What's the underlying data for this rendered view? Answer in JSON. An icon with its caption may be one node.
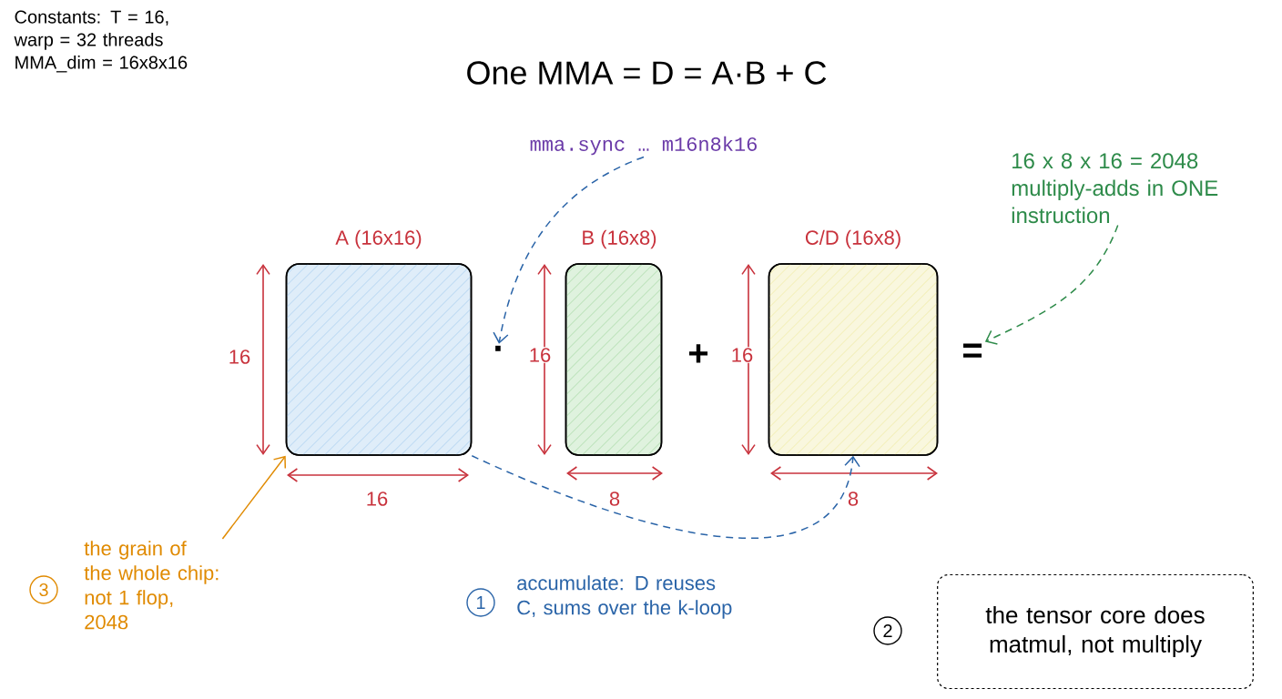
{
  "diagram": {
    "title": "One MMA = D = A·B + C",
    "nodes": [
      {
        "text": [
          "A (16x16)"
        ]
      },
      {
        "text": [
          "B (16x8)"
        ]
      },
      {
        "text": [
          "C/D (16x8)"
        ]
      },
      {
        "text": [
          "mma.sync … m16n8k16"
        ]
      },
      {
        "text": [
          "16 x 8 x 16 = 2048 multiply-adds in ONE instruction"
        ]
      },
      {
        "text": [
          "the grain of the whole chip: not 1 flop, 2048"
        ],
        "beside": [
          "3"
        ]
      },
      {
        "text": [
          "accumulate: D reuses C, sums over the k-loop"
        ],
        "beside": [
          "1"
        ]
      },
      {
        "text": [
          "the tensor core does matmul, not multiply"
        ],
        "beside": [
          "2"
        ]
      },
      {
        "text": [
          "·"
        ]
      },
      {
        "text": [
          "="
        ]
      }
    ],
    "edges": [
      {
        "from": 3,
        "to": 8,
        "arrow": "to",
        "style": "dashed",
        "color": "#2a64a8"
      },
      {
        "from": 4,
        "to": 9,
        "arrow": "to",
        "style": "dashed",
        "color": "#2e8b4a"
      },
      {
        "from": 5,
        "to": 0,
        "arrow": "to",
        "color": "#e08a00"
      },
      {
        "from": 0,
        "to": 2,
        "arrow": "to",
        "style": "dashed",
        "color": "#2a64a8"
      }
    ],
    "labels": [
      "Constants: T = 16, warp = 32 threads MMA_dim = 16x8x16",
      "16",
      "16",
      "+",
      "16",
      "16",
      "8",
      "8"
    ]
  }
}
